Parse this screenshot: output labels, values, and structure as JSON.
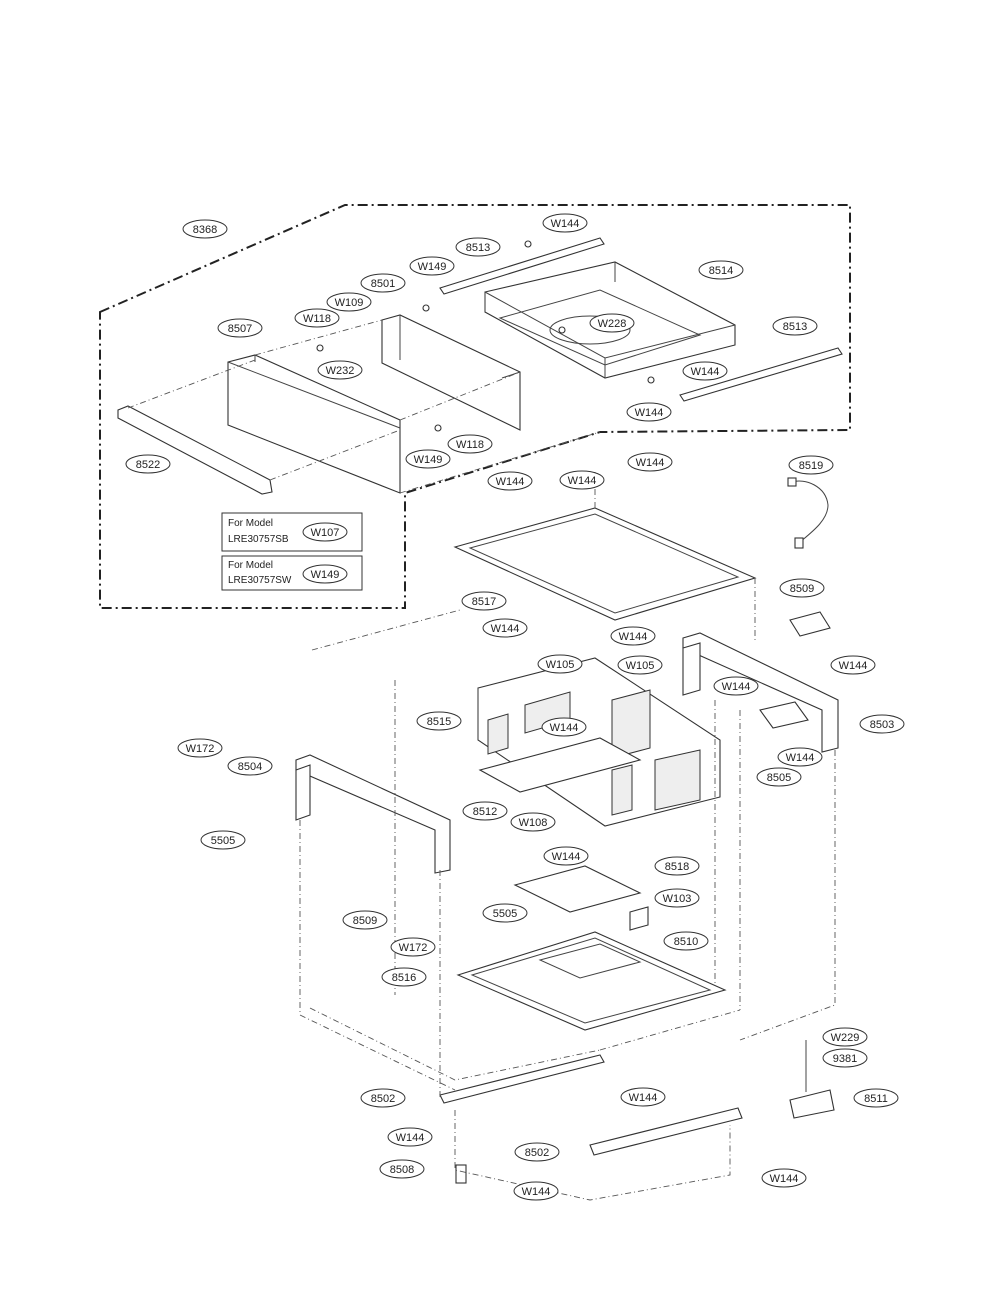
{
  "callouts": [
    {
      "label": "8368"
    },
    {
      "label": "W144"
    },
    {
      "label": "8513"
    },
    {
      "label": "W149"
    },
    {
      "label": "8514"
    },
    {
      "label": "8501"
    },
    {
      "label": "W109"
    },
    {
      "label": "W118"
    },
    {
      "label": "8507"
    },
    {
      "label": "W228"
    },
    {
      "label": "8513"
    },
    {
      "label": "W232"
    },
    {
      "label": "W144"
    },
    {
      "label": "W144"
    },
    {
      "label": "W118"
    },
    {
      "label": "W149"
    },
    {
      "label": "8522"
    },
    {
      "label": "W144"
    },
    {
      "label": "W144"
    },
    {
      "label": "W144"
    },
    {
      "label": "8519"
    },
    {
      "label": "W107"
    },
    {
      "label": "W149"
    },
    {
      "label": "8509"
    },
    {
      "label": "8517"
    },
    {
      "label": "W144"
    },
    {
      "label": "W144"
    },
    {
      "label": "W105"
    },
    {
      "label": "W105"
    },
    {
      "label": "W144"
    },
    {
      "label": "W144"
    },
    {
      "label": "8515"
    },
    {
      "label": "W144"
    },
    {
      "label": "8503"
    },
    {
      "label": "W144"
    },
    {
      "label": "8505"
    },
    {
      "label": "W172"
    },
    {
      "label": "8504"
    },
    {
      "label": "8512"
    },
    {
      "label": "5505"
    },
    {
      "label": "W108"
    },
    {
      "label": "W144"
    },
    {
      "label": "8518"
    },
    {
      "label": "5505"
    },
    {
      "label": "8509"
    },
    {
      "label": "W103"
    },
    {
      "label": "W172"
    },
    {
      "label": "8510"
    },
    {
      "label": "8516"
    },
    {
      "label": "W229"
    },
    {
      "label": "9381"
    },
    {
      "label": "8502"
    },
    {
      "label": "W144"
    },
    {
      "label": "8511"
    },
    {
      "label": "W144"
    },
    {
      "label": "8502"
    },
    {
      "label": "8508"
    },
    {
      "label": "W144"
    },
    {
      "label": "W144"
    }
  ],
  "notes": [
    {
      "title": "For Model",
      "model": "LRE30757SB"
    },
    {
      "title": "For Model",
      "model": "LRE30757SW"
    }
  ]
}
